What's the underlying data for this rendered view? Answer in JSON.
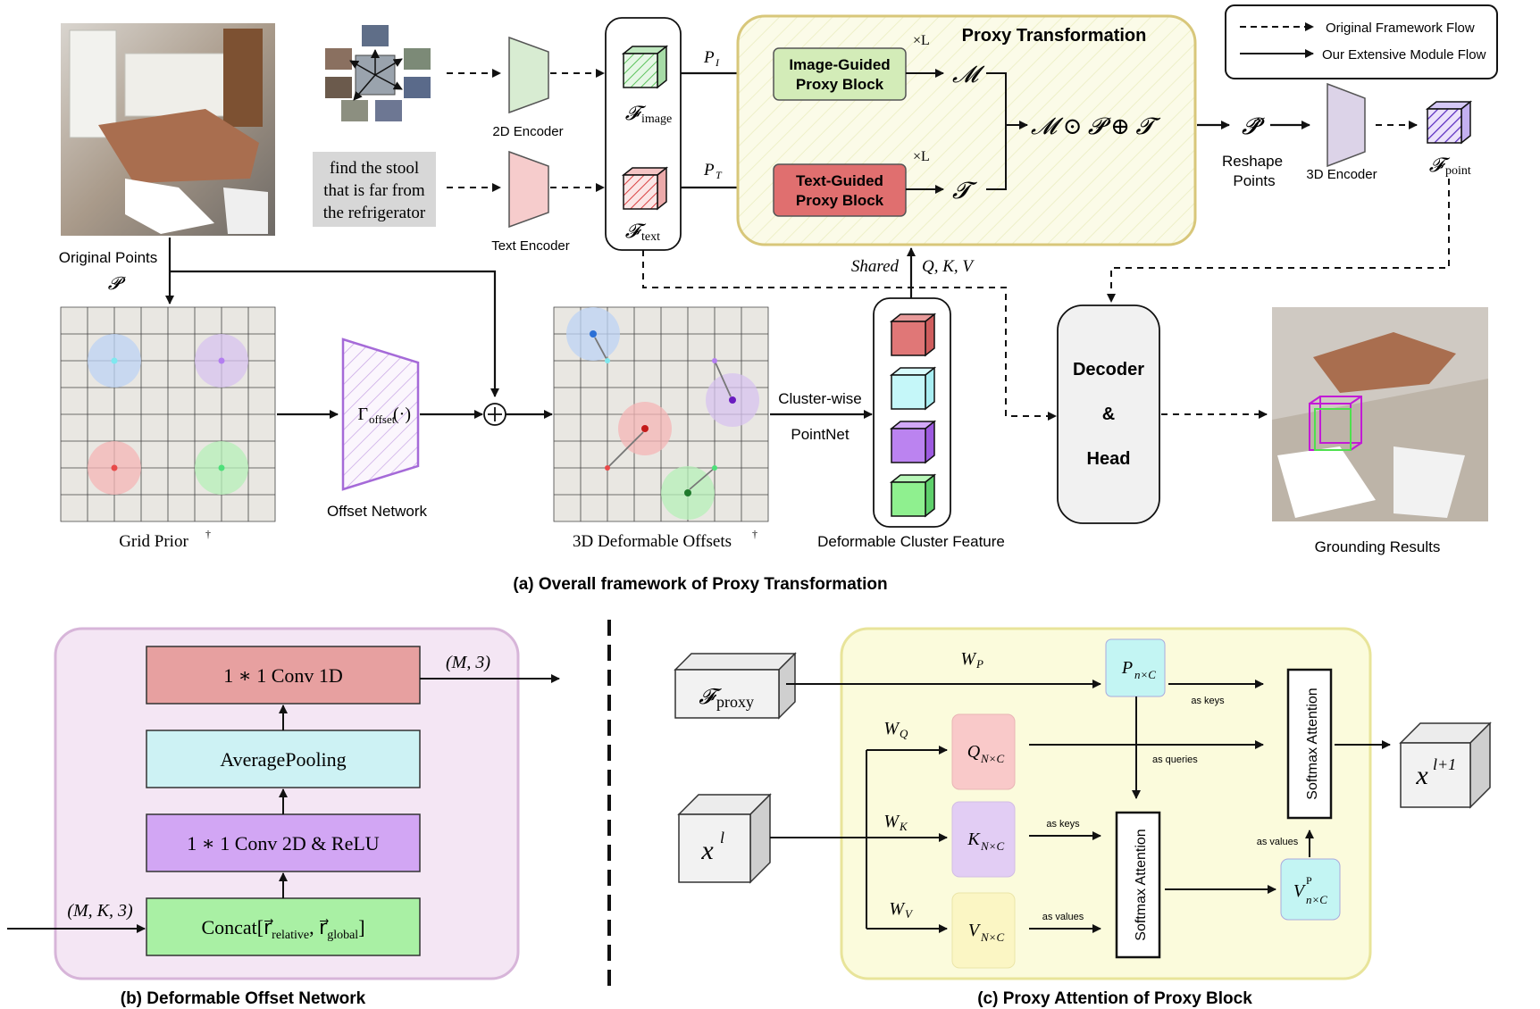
{
  "legend": {
    "original_flow": "Original Framework Flow",
    "extensive_flow": "Our Extensive Module Flow"
  },
  "part_a": {
    "caption": "(a) Overall framework of Proxy Transformation",
    "original_points_label": "Original Points",
    "original_points_symbol": "𝓟",
    "text_query": [
      "find the stool",
      "that is far from",
      "the refrigerator"
    ],
    "encoder_2d_label": "2D Encoder",
    "text_encoder_label": "Text Encoder",
    "f_image_symbol": "𝓕",
    "f_image_sub": "image",
    "f_text_symbol": "𝓕",
    "f_text_sub": "text",
    "p_i_label": "P",
    "p_i_sub": "I",
    "p_t_label": "P",
    "p_t_sub": "T",
    "proxy_transformation_title": "Proxy Transformation",
    "image_block_label": [
      "Image-Guided",
      "Proxy Block"
    ],
    "text_block_label": [
      "Text-Guided",
      "Proxy Block"
    ],
    "times_l_1": "×L",
    "times_l_2": "×L",
    "m_symbol": "𝓜",
    "t_symbol": "𝓣",
    "formula": "𝓜 ⊙ 𝓟  ⊕  𝓣",
    "p_hat_symbol": "𝓟̂",
    "reshape_label": [
      "Reshape",
      "Points"
    ],
    "encoder_3d_label": "3D Encoder",
    "f_point_symbol": "𝓕",
    "f_point_sub": "point",
    "shared_label": "Shared",
    "qkv_label": "Q, K, V",
    "grid_prior_label": "Grid Prior",
    "grid_prior_sup": "†",
    "offset_net_symbol": "Γ",
    "offset_net_sub": "offset",
    "offset_net_arg": "(·)",
    "offset_net_label": "Offset Network",
    "deformable_offsets_label": "3D Deformable Offsets",
    "deformable_offsets_sup": "†",
    "cluster_wise_label": "Cluster-wise",
    "pointnet_label": "PointNet",
    "cluster_feature_label": "Deformable Cluster Feature",
    "decoder_label": [
      "Decoder",
      "&",
      "Head"
    ],
    "grounding_label": "Grounding Results"
  },
  "part_b": {
    "caption": "(b) Deformable Offset Network",
    "conv1d_label": "1 ∗ 1 Conv 1D",
    "avgpool_label": "AveragePooling",
    "conv2d_label": "1 ∗ 1 Conv 2D & ReLU",
    "concat_label": "Concat[r⃗",
    "concat_sub1": "relative",
    "concat_mid": ", r⃗",
    "concat_sub2": "global",
    "concat_end": "]",
    "output_shape": "(M, 3)",
    "input_shape": "(M, K, 3)"
  },
  "part_c": {
    "caption": "(c) Proxy Attention of Proxy Block",
    "f_proxy_symbol": "𝓕",
    "f_proxy_sub": "proxy",
    "x_l": "x",
    "x_l_sup": "l",
    "x_l1": "x",
    "x_l1_sup": "l+1",
    "w_p": "W",
    "w_p_sub": "P",
    "w_q": "W",
    "w_q_sub": "Q",
    "w_k": "W",
    "w_k_sub": "K",
    "w_v": "W",
    "w_v_sub": "V",
    "p_matrix": "P",
    "p_matrix_sub": "n×C",
    "q_matrix": "Q",
    "q_matrix_sub": "N×C",
    "k_matrix": "K",
    "k_matrix_sub": "N×C",
    "v_matrix": "V",
    "v_matrix_sub": "N×C",
    "vp_matrix": "V",
    "vp_matrix_sup": "P",
    "vp_matrix_sub": "n×C",
    "softmax_label": "Softmax Attention",
    "as_keys": "as keys",
    "as_queries": "as queries",
    "as_values": "as values"
  },
  "colors": {
    "proxy_bg": "#fbfbe8",
    "proxy_border": "#d8c77a",
    "image_block": "#d3ecb8",
    "text_block": "#e06f6f",
    "offset_bg": "#f4e6f4",
    "offset_border": "#d7b5d9",
    "attn_bg": "#fbfbdc",
    "attn_border": "#e8e49a",
    "conv1d": "#e7a0a0",
    "avgpool": "#cdf2f4",
    "conv2d": "#d2a6f4",
    "concat": "#a9f0a4",
    "q_box": "#f9c9c9",
    "k_box": "#e2cdf4",
    "v_box": "#fbf6c4",
    "p_box": "#c3f5f3"
  }
}
